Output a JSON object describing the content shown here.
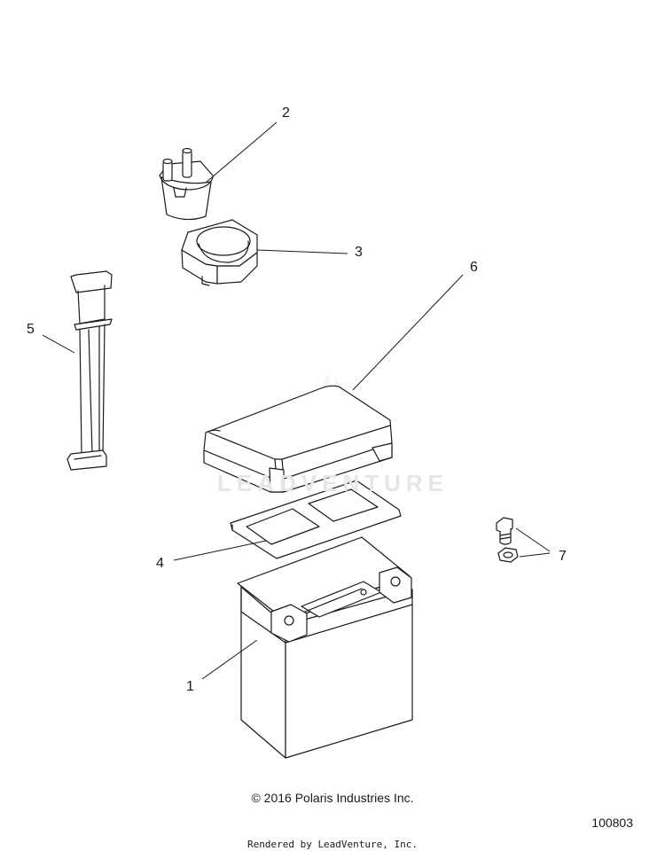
{
  "diagram": {
    "callouts": {
      "c1": "1",
      "c2": "2",
      "c3": "3",
      "c4": "4",
      "c5": "5",
      "c6": "6",
      "c7": "7"
    },
    "watermark": "LEADVENTURE",
    "copyright": "© 2016 Polaris Industries Inc.",
    "figure_number": "100803",
    "rendered_by": "Rendered by LeadVenture, Inc."
  }
}
